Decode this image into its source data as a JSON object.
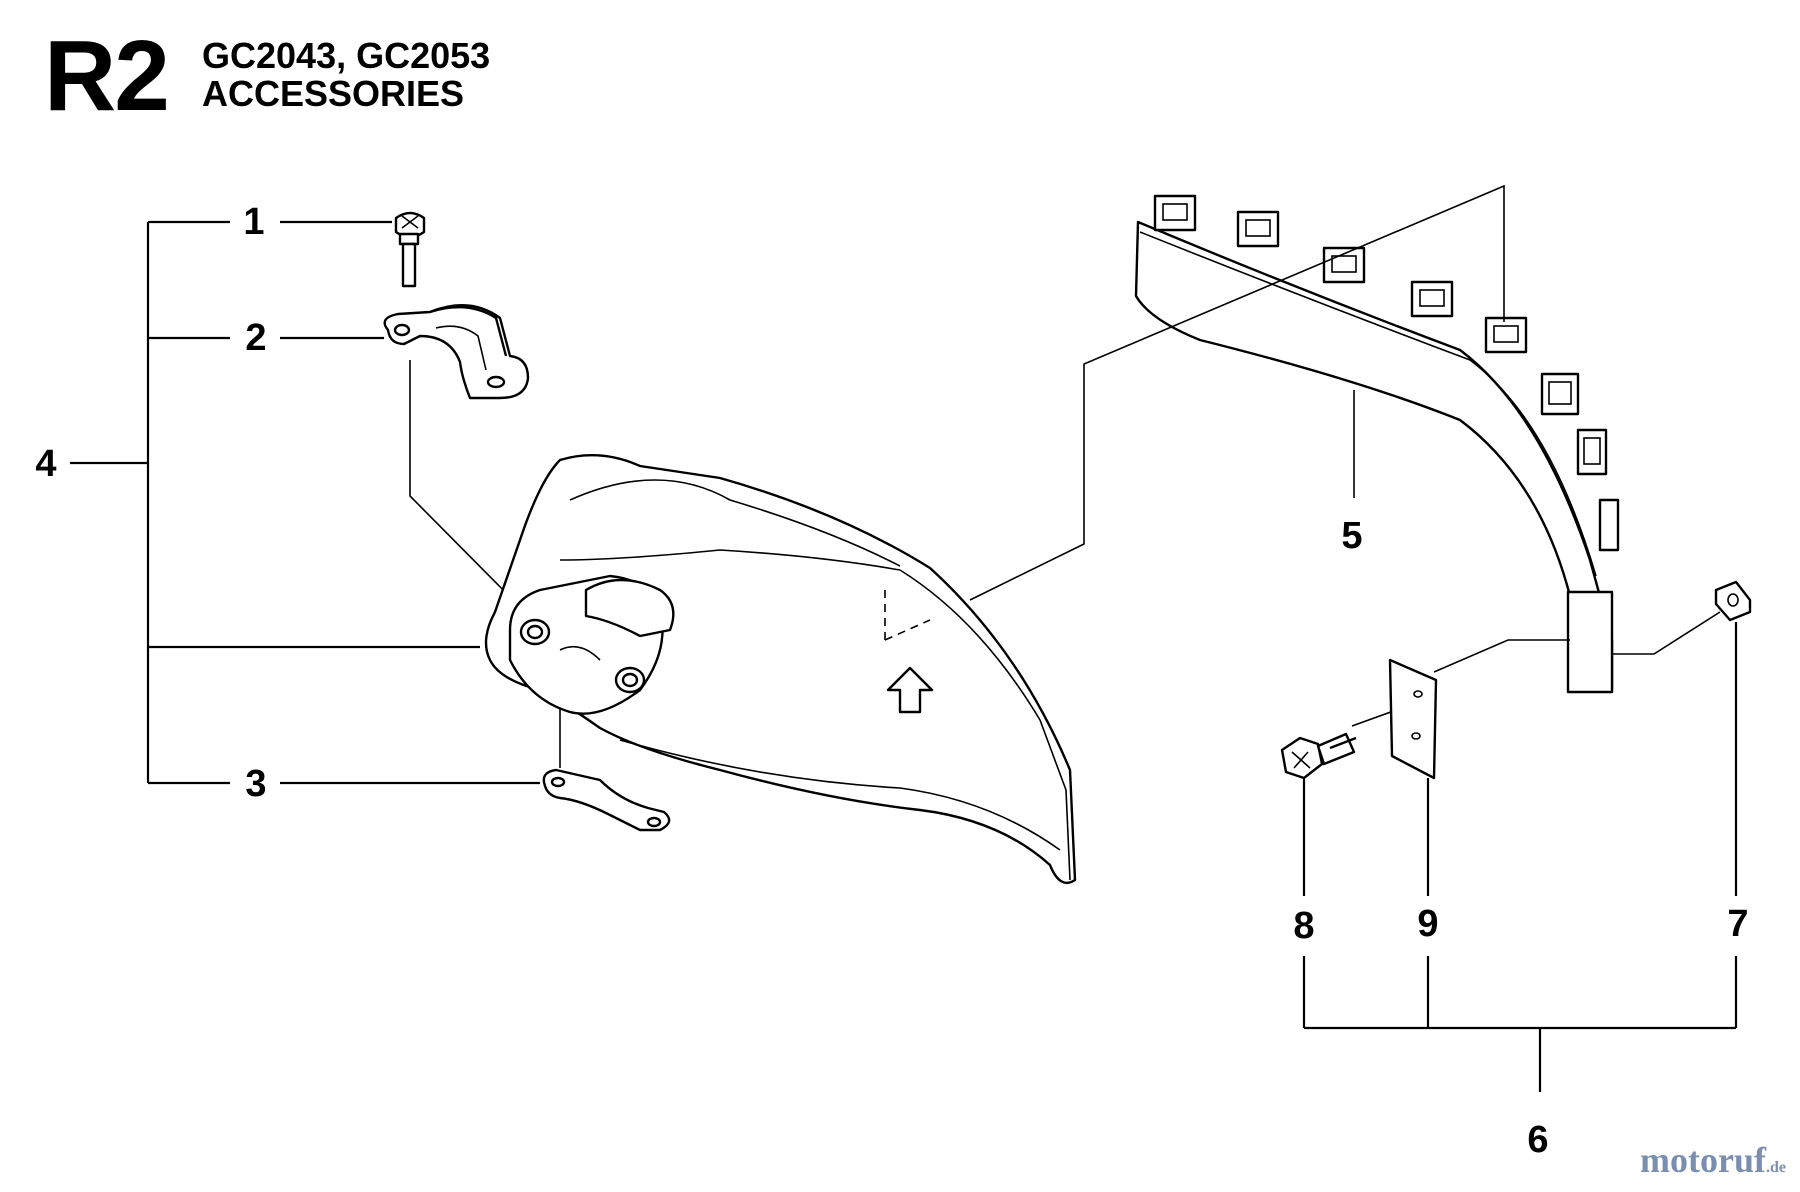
{
  "header": {
    "section_code": "R2",
    "models": "GC2043, GC2053",
    "title": "ACCESSORIES"
  },
  "callouts": {
    "c1": "1",
    "c2": "2",
    "c3": "3",
    "c4": "4",
    "c5": "5",
    "c6": "6",
    "c7": "7",
    "c8": "8",
    "c9": "9"
  },
  "watermark": {
    "main": "motoruf",
    "suffix": ".de"
  }
}
